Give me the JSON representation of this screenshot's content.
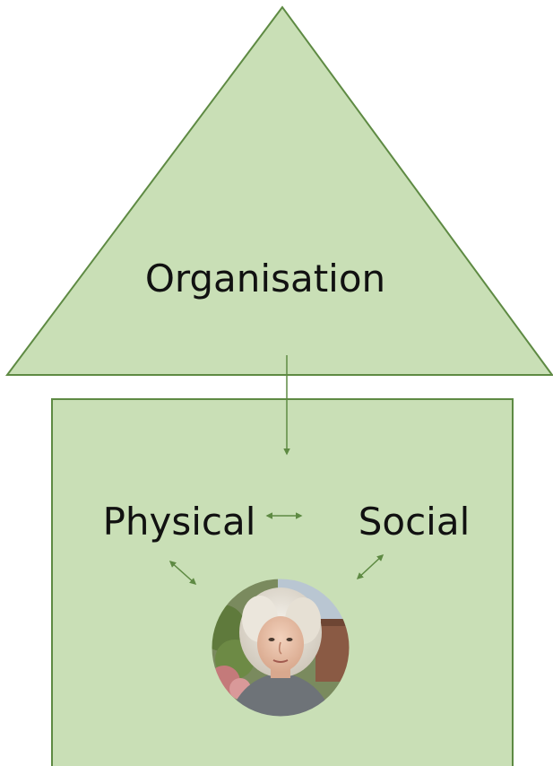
{
  "diagram": {
    "roof_label": "Organisation",
    "left_label": "Physical",
    "right_label": "Social",
    "portrait_alt": "elderly-woman-portrait"
  },
  "colors": {
    "fill": "#c9dfb6",
    "stroke": "#5e8a43",
    "arrow": "#5e8a43",
    "text": "#111111"
  }
}
